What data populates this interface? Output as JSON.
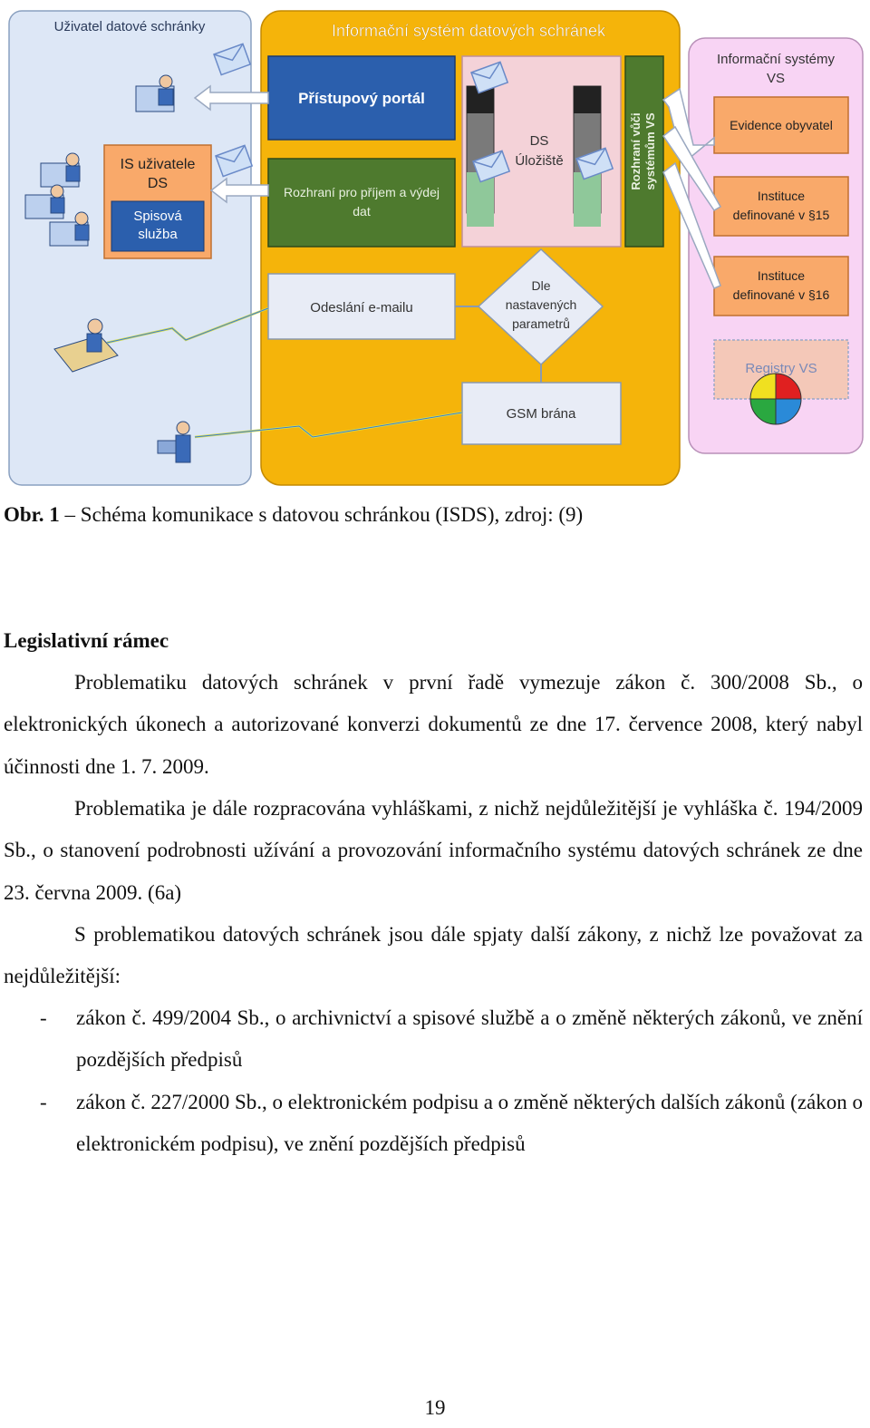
{
  "figure": {
    "left_panel_title": "Uživatel datové schránky",
    "is_box_line1": "IS uživatele",
    "is_box_line2": "DS",
    "spisova_line1": "Spisová",
    "spisova_line2": "služba",
    "center_title": "Informační systém datových schránek",
    "portal_label": "Přístupový portál",
    "rozhrani_line1": "Rozhraní pro příjem a výdej",
    "rozhrani_line2": "dat",
    "ds_line1": "DS",
    "ds_line2": "Úložiště",
    "vertical_line1": "Rozhraní vůči",
    "vertical_line2": "systémům VS",
    "email_label": "Odeslání e-mailu",
    "diamond_line1": "Dle",
    "diamond_line2": "nastavených",
    "diamond_line3": "parametrů",
    "gsm_label": "GSM brána",
    "right_title_line1": "Informační systémy",
    "right_title_line2": "VS",
    "evidence_label": "Evidence obyvatel",
    "inst15_line1": "Instituce",
    "inst15_line2": "definované v §15",
    "inst16_line1": "Instituce",
    "inst16_line2": "definované v §16",
    "registry_label": "Registry VS",
    "colors": {
      "left_panel": "#dde7f6",
      "center_panel": "#f5b40a",
      "right_panel": "#f8d4f4",
      "portal_blue": "#2b5fad",
      "interface_green": "#4e7a2e",
      "storage_pink": "#f4d2d8",
      "orange_box": "#f9a96a"
    }
  },
  "caption": {
    "lead": "Obr. 1",
    "text": " – Schéma komunikace s datovou schránkou (ISDS), zdroj: (9)"
  },
  "heading": "Legislativní rámec",
  "paragraphs": [
    "Problematiku datových schránek v první řadě vymezuje zákon č. 300/2008 Sb., o elektronických úkonech a autorizované konverzi dokumentů ze dne 17. července 2008, který nabyl účinnosti dne 1. 7. 2009.",
    "Problematika je dále rozpracována vyhláškami, z nichž nejdůležitější je vyhláška č. 194/2009 Sb., o stanovení podrobnosti užívání a provozování informačního systému datových schránek ze dne 23. června 2009. (6a)",
    "S problematikou datových schránek jsou dále spjaty další zákony, z nichž lze považovat za nejdůležitější:"
  ],
  "list": [
    {
      "marker": "-",
      "text": "zákon č. 499/2004 Sb., o archivnictví a spisové službě a o změně některých zákonů, ve znění pozdějších předpisů"
    },
    {
      "marker": "-",
      "text": "zákon č. 227/2000 Sb., o elektronickém podpisu a o změně některých dalších zákonů (zákon o elektronickém podpisu), ve znění pozdějších předpisů"
    }
  ],
  "page_number": "19"
}
